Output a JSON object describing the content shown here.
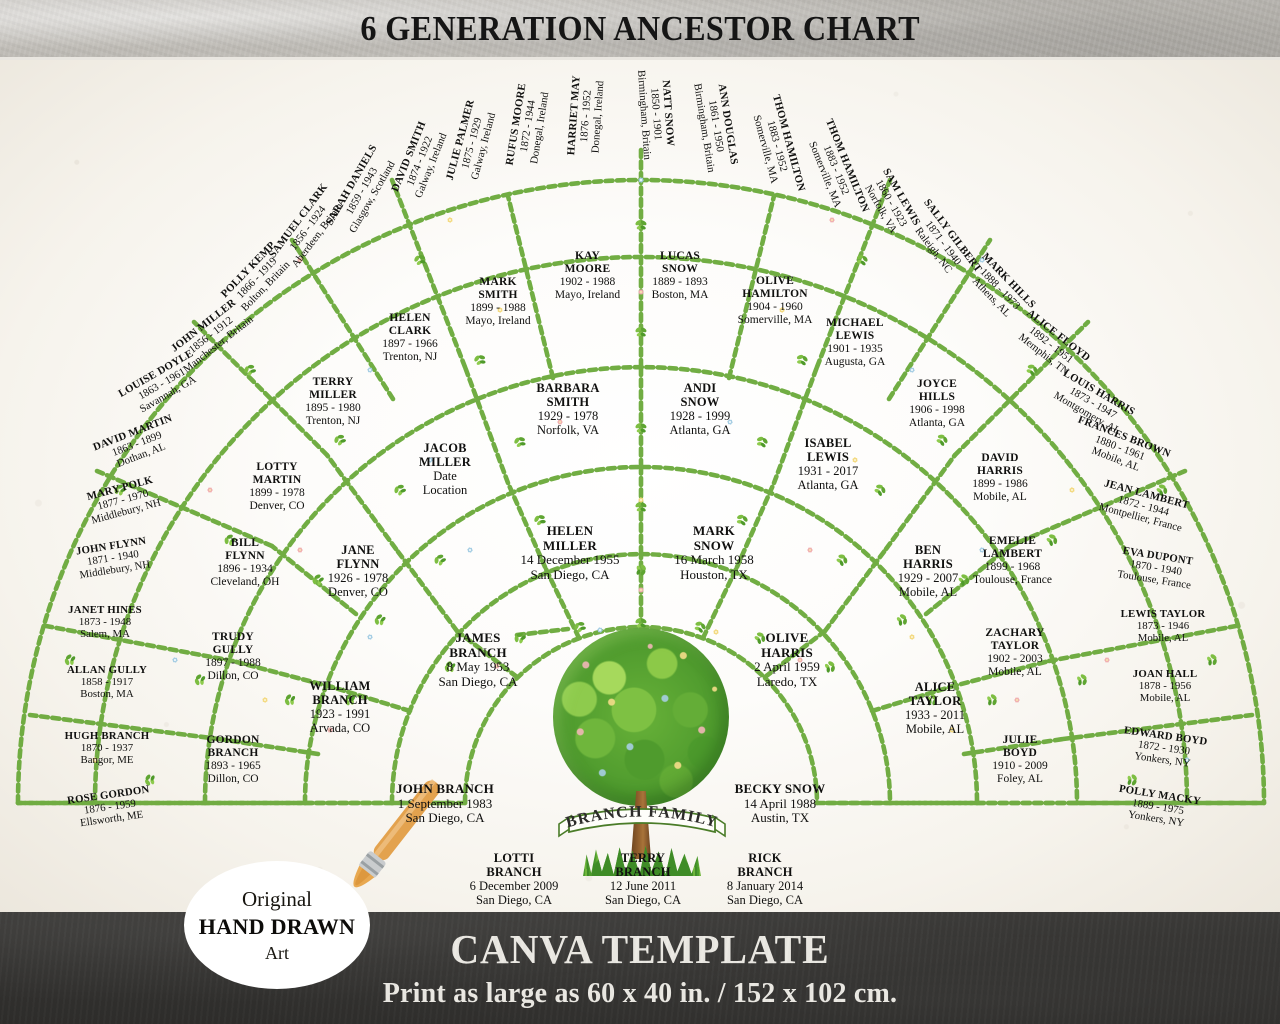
{
  "header": {
    "title": "6 GENERATION ANCESTOR CHART"
  },
  "footer": {
    "line1": "CANVA TEMPLATE",
    "line2": "Print as large as 60 x 40 in. / 152 x 102 cm."
  },
  "badge": {
    "line1": "Original",
    "line2": "HAND DRAWN",
    "line3": "Art"
  },
  "tree": {
    "banner_text": "BRANCH FAMILY"
  },
  "colors": {
    "vine_green": "#6aa93a",
    "leaf_light": "#8cc84b",
    "leaf_dark": "#4b8f28",
    "flower_pink": "#f0aeb0",
    "flower_blue": "#a5cde3",
    "flower_yellow": "#f3d97f",
    "ink": "#10100f",
    "parchment": "#fdfcfa",
    "header_band": "#c2bfb9",
    "footer_band": "#343331"
  },
  "chart_data": {
    "type": "fan-ancestor-chart",
    "generations": 6,
    "title": "6 GENERATION ANCESTOR CHART",
    "family_name": "BRANCH FAMILY",
    "people": {
      "children": [
        {
          "id": "c1",
          "name": "LOTTI\nBRANCH",
          "name1": "LOTTI",
          "name2": "BRANCH",
          "date": "6 December 2009",
          "place": "San Diego, CA"
        },
        {
          "id": "c2",
          "name": "TERRY\nBRANCH",
          "name1": "TERRY",
          "name2": "BRANCH",
          "date": "12 June 2011",
          "place": "San Diego, CA"
        },
        {
          "id": "c3",
          "name": "RICK\nBRANCH",
          "name1": "RICK",
          "name2": "BRANCH",
          "date": "8 January 2014",
          "place": "San Diego, CA"
        }
      ],
      "gen1": [
        {
          "id": "p1",
          "name1": "JOHN BRANCH",
          "name2": "",
          "date": "1 September 1983",
          "place": "San Diego, CA"
        },
        {
          "id": "p2",
          "name1": "BECKY SNOW",
          "name2": "",
          "date": "14 April 1988",
          "place": "Austin, TX"
        }
      ],
      "gen2": [
        {
          "id": "g2a",
          "name1": "JAMES",
          "name2": "BRANCH",
          "date": "8 May 1953",
          "place": "San Diego, CA"
        },
        {
          "id": "g2b",
          "name1": "OLIVE",
          "name2": "HARRIS",
          "date": "2 April 1959",
          "place": "Laredo, TX"
        },
        {
          "id": "g2c",
          "name1": "HELEN",
          "name2": "MILLER",
          "date": "14 December 1955",
          "place": "San Diego, CA"
        },
        {
          "id": "g2d",
          "name1": "MARK",
          "name2": "SNOW",
          "date": "16 March 1958",
          "place": "Houston, TX"
        }
      ],
      "gen3": [
        {
          "id": "g3a",
          "name1": "WILLIAM",
          "name2": "BRANCH",
          "date": "1923 - 1991",
          "place": "Arvada, CO"
        },
        {
          "id": "g3b",
          "name1": "JANE",
          "name2": "FLYNN",
          "date": "1926 - 1978",
          "place": "Denver, CO"
        },
        {
          "id": "g3c",
          "name1": "JACOB",
          "name2": "MILLER",
          "date": "Date",
          "place": "Location"
        },
        {
          "id": "g3d",
          "name1": "BARBARA",
          "name2": "SMITH",
          "date": "1929 - 1978",
          "place": "Norfolk, VA"
        },
        {
          "id": "g3e",
          "name1": "ANDI",
          "name2": "SNOW",
          "date": "1928 - 1999",
          "place": "Atlanta, GA"
        },
        {
          "id": "g3f",
          "name1": "ISABEL",
          "name2": "LEWIS",
          "date": "1931 - 2017",
          "place": "Atlanta, GA"
        },
        {
          "id": "g3g",
          "name1": "BEN",
          "name2": "HARRIS",
          "date": "1929 - 2007",
          "place": "Mobile, AL"
        },
        {
          "id": "g3h",
          "name1": "ALICE",
          "name2": "TAYLOR",
          "date": "1933 - 2011",
          "place": "Mobile, AL"
        }
      ],
      "gen4": [
        {
          "id": "g4a",
          "name1": "GORDON",
          "name2": "BRANCH",
          "date": "1893 - 1965",
          "place": "Dillon, CO"
        },
        {
          "id": "g4b",
          "name1": "TRUDY",
          "name2": "GULLY",
          "date": "1897 - 1988",
          "place": "Dillon, CO"
        },
        {
          "id": "g4c",
          "name1": "BILL",
          "name2": "FLYNN",
          "date": "1896 - 1934",
          "place": "Cleveland, OH"
        },
        {
          "id": "g4d",
          "name1": "LOTTY",
          "name2": "MARTIN",
          "date": "1899 - 1978",
          "place": "Denver, CO"
        },
        {
          "id": "g4e",
          "name1": "TERRY",
          "name2": "MILLER",
          "date": "1895 - 1980",
          "place": "Trenton, NJ"
        },
        {
          "id": "g4f",
          "name1": "HELEN",
          "name2": "CLARK",
          "date": "1897 - 1966",
          "place": "Trenton, NJ"
        },
        {
          "id": "g4g",
          "name1": "MARK",
          "name2": "SMITH",
          "date": "1899 - 1988",
          "place": "Mayo, Ireland"
        },
        {
          "id": "g4h",
          "name1": "KAY",
          "name2": "MOORE",
          "date": "1902 - 1988",
          "place": "Mayo, Ireland"
        },
        {
          "id": "g4i",
          "name1": "LUCAS",
          "name2": "SNOW",
          "date": "1889 - 1893",
          "place": "Boston, MA"
        },
        {
          "id": "g4j",
          "name1": "OLIVE",
          "name2": "HAMILTON",
          "date": "1904 - 1960",
          "place": "Somerville, MA"
        },
        {
          "id": "g4k",
          "name1": "MICHAEL",
          "name2": "LEWIS",
          "date": "1901 - 1935",
          "place": "Augusta, GA"
        },
        {
          "id": "g4l",
          "name1": "JOYCE",
          "name2": "HILLS",
          "date": "1906 - 1998",
          "place": "Atlanta, GA"
        },
        {
          "id": "g4m",
          "name1": "DAVID",
          "name2": "HARRIS",
          "date": "1899 - 1986",
          "place": "Mobile, AL"
        },
        {
          "id": "g4n",
          "name1": "EMELIE",
          "name2": "LAMBERT",
          "date": "1899 - 1968",
          "place": "Toulouse, France"
        },
        {
          "id": "g4o",
          "name1": "ZACHARY",
          "name2": "TAYLOR",
          "date": "1902 - 2003",
          "place": "Mobile, AL"
        },
        {
          "id": "g4p",
          "name1": "JULIE",
          "name2": "BOYD",
          "date": "1910 - 2009",
          "place": "Foley, AL"
        }
      ],
      "gen5": [
        {
          "id": "g5a",
          "name1": "ROSE GORDON",
          "date": "1876 - 1959",
          "place": "Ellsworth, ME"
        },
        {
          "id": "g5b",
          "name1": "HUGH BRANCH",
          "date": "1870 - 1937",
          "place": "Bangor, ME"
        },
        {
          "id": "g5c",
          "name1": "ALLAN GULLY",
          "date": "1858 - 1917",
          "place": "Boston, MA"
        },
        {
          "id": "g5d",
          "name1": "JANET HINES",
          "date": "1873 - 1948",
          "place": "Salem, MA"
        },
        {
          "id": "g5e",
          "name1": "JOHN FLYNN",
          "date": "1871 - 1940",
          "place": "Middlebury, NH"
        },
        {
          "id": "g5f",
          "name1": "MARY POLK",
          "date": "1877 - 1970",
          "place": "Middlebury, NH"
        },
        {
          "id": "g5g",
          "name1": "DAVID MARTIN",
          "date": "1863 - 1899",
          "place": "Dothan, AL"
        },
        {
          "id": "g5h",
          "name1": "LOUISE DOYLE",
          "date": "1863 - 1961",
          "place": "Savannah, GA"
        },
        {
          "id": "g5i",
          "name1": "JOHN MILLER",
          "date": "1856 - 1912",
          "place": "Manchester, Britain"
        },
        {
          "id": "g5j",
          "name1": "POLLY KEMP",
          "date": "1866 - 1919",
          "place": "Bolton, Britain"
        },
        {
          "id": "g5k",
          "name1": "SAMUEL CLARK",
          "date": "1856 - 1924",
          "place": "Aberdeen, Britain"
        },
        {
          "id": "g5l",
          "name1": "SARAH DANIELS",
          "date": "1859 - 1943",
          "place": "Glasgow, Scotland"
        },
        {
          "id": "g5m",
          "name1": "DAVID SMITH",
          "date": "1874 - 1922",
          "place": "Galway, Ireland"
        },
        {
          "id": "g5n",
          "name1": "JULIE PALMER",
          "date": "1875 - 1929",
          "place": "Galway, Ireland"
        },
        {
          "id": "g5o",
          "name1": "RUFUS MOORE",
          "date": "1872 - 1944",
          "place": "Donegal, Ireland"
        },
        {
          "id": "g5p",
          "name1": "HARRIET MAY",
          "date": "1876 - 1952",
          "place": "Donegal, Ireland"
        },
        {
          "id": "g5q",
          "name1": "NATT SNOW",
          "date": "1850 - 1901",
          "place": "Birmingham, Britain"
        },
        {
          "id": "g5r",
          "name1": "ANN DOUGLAS",
          "date": "1861 - 1950",
          "place": "Birmingham, Britain"
        },
        {
          "id": "g5s",
          "name1": "THOM HAMILTON",
          "date": "1883 - 1952",
          "place": "Somerville, MA"
        },
        {
          "id": "g5t",
          "name1": "THOM HAMILTON",
          "date": "1883 - 1952",
          "place": "Somerville, MA"
        },
        {
          "id": "g5u",
          "name1": "SAM LEWIS",
          "date": "1860 - 1923",
          "place": "Norfolk, VA"
        },
        {
          "id": "g5v",
          "name1": "SALLY GILBERT",
          "date": "1871 - 1940",
          "place": "Raleigh, NC"
        },
        {
          "id": "g5w",
          "name1": "MARK HILLS",
          "date": "1888 - 1973",
          "place": "Athens, AL"
        },
        {
          "id": "g5x",
          "name1": "ALICE FLOYD",
          "date": "1892 - 1951",
          "place": "Memphis, TN"
        },
        {
          "id": "g5y",
          "name1": "LOUIS HARRIS",
          "date": "1873 - 1947",
          "place": "Montgomery, AL"
        },
        {
          "id": "g5z",
          "name1": "FRANCES BROWN",
          "date": "1880 - 1961",
          "place": "Mobile, AL"
        },
        {
          "id": "g5aa",
          "name1": "JEAN LAMBERT",
          "date": "1872 - 1944",
          "place": "Montpellier, France"
        },
        {
          "id": "g5ab",
          "name1": "EVA DUPONT",
          "date": "1870 - 1940",
          "place": "Toulouse, France"
        },
        {
          "id": "g5ac",
          "name1": "LEWIS TAYLOR",
          "date": "1873 - 1946",
          "place": "Mobile, AL"
        },
        {
          "id": "g5ad",
          "name1": "JOAN HALL",
          "date": "1878 - 1956",
          "place": "Mobile, AL"
        },
        {
          "id": "g5ae",
          "name1": "EDWARD BOYD",
          "date": "1872 - 1930",
          "place": "Yonkers, NY"
        },
        {
          "id": "g5af",
          "name1": "POLLY MACKY",
          "date": "1889 - 1975",
          "place": "Yonkers, NY"
        }
      ]
    }
  }
}
